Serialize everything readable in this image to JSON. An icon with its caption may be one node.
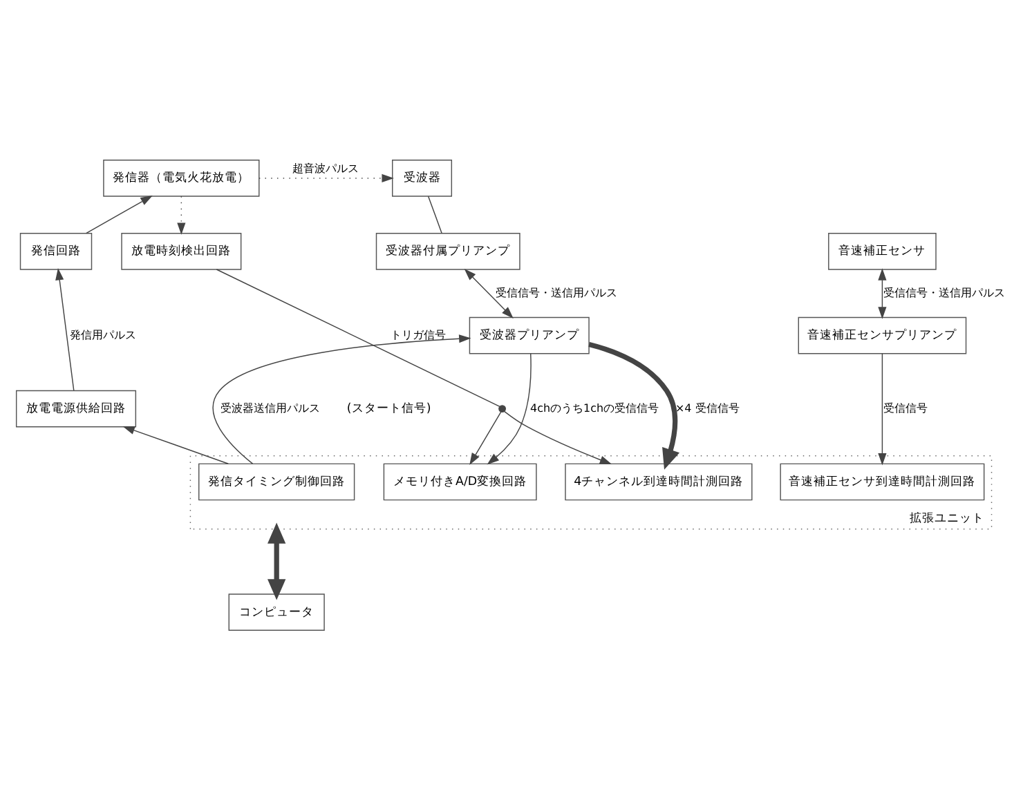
{
  "diagram": {
    "nodes": [
      {
        "text": [
          "発信器（電気火花放電）"
        ]
      },
      {
        "text": [
          "受波器"
        ]
      },
      {
        "text": [
          "放電時刻検出回路"
        ]
      },
      {
        "text": [
          "発信回路"
        ]
      },
      {
        "text": [
          "音速補正センサ"
        ]
      },
      {
        "text": [
          "受波器付属プリアンプ"
        ]
      },
      {
        "text": [
          "放電電源供給回路"
        ]
      },
      {
        "text": [
          "受波器プリアンプ"
        ]
      },
      {
        "text": [
          "音速補正センサプリアンプ"
        ]
      },
      {
        "text": [
          "拡張ユニット"
        ]
      },
      {
        "text": [
          "発信タイミング制御回路"
        ],
        "in": 9
      },
      {
        "text": [
          "メモリ付きA/D変換回路"
        ],
        "in": 9
      },
      {
        "text": [
          "4チャンネル到達時間計測回路"
        ],
        "in": 9
      },
      {
        "text": [
          "音速補正センサ到達時間計測回路"
        ],
        "in": 9
      },
      {
        "text": [
          "コンピュータ"
        ]
      },
      {
        "text": [],
        "shape": "circle"
      }
    ],
    "edges": [
      {
        "from": 0,
        "to": 2,
        "arrow": "to",
        "style": "dashed"
      },
      {
        "from": 0,
        "to": 1,
        "arrow": "to",
        "style": "dashed",
        "label": "超音波パルス"
      },
      {
        "from": 3,
        "to": 0,
        "arrow": "to"
      },
      {
        "from": 6,
        "to": 3,
        "arrow": "to",
        "label": "発信用パルス"
      },
      {
        "from": 10,
        "to": 6,
        "arrow": "to"
      },
      {
        "from": 10,
        "to": 7,
        "arrow": "to",
        "label": "受波器送信用パルス"
      },
      {
        "from": 2,
        "to": 15,
        "arrow": "none",
        "label": "トリガ信号"
      },
      {
        "from": 15,
        "to": 11,
        "arrow": "to"
      },
      {
        "from": 15,
        "to": 12,
        "arrow": "to"
      },
      {
        "from": 1,
        "to": 5,
        "arrow": "none"
      },
      {
        "from": 7,
        "to": 5,
        "arrow": "both",
        "label": "受信信号・送信用パルス"
      },
      {
        "from": 4,
        "to": 8,
        "arrow": "both",
        "label": "受信信号・送信用パルス"
      },
      {
        "from": 7,
        "to": 11,
        "arrow": "to",
        "label": "4chのうち1chの受信信号"
      },
      {
        "from": 7,
        "to": 12,
        "arrow": "to",
        "style": "thick",
        "label": "×4 受信信号"
      },
      {
        "from": 8,
        "to": 13,
        "arrow": "to",
        "label": "受信信号"
      },
      {
        "from": 9,
        "to": 14,
        "arrow": "both",
        "style": "thick"
      }
    ],
    "labels": [
      "(スタート信号)"
    ]
  }
}
